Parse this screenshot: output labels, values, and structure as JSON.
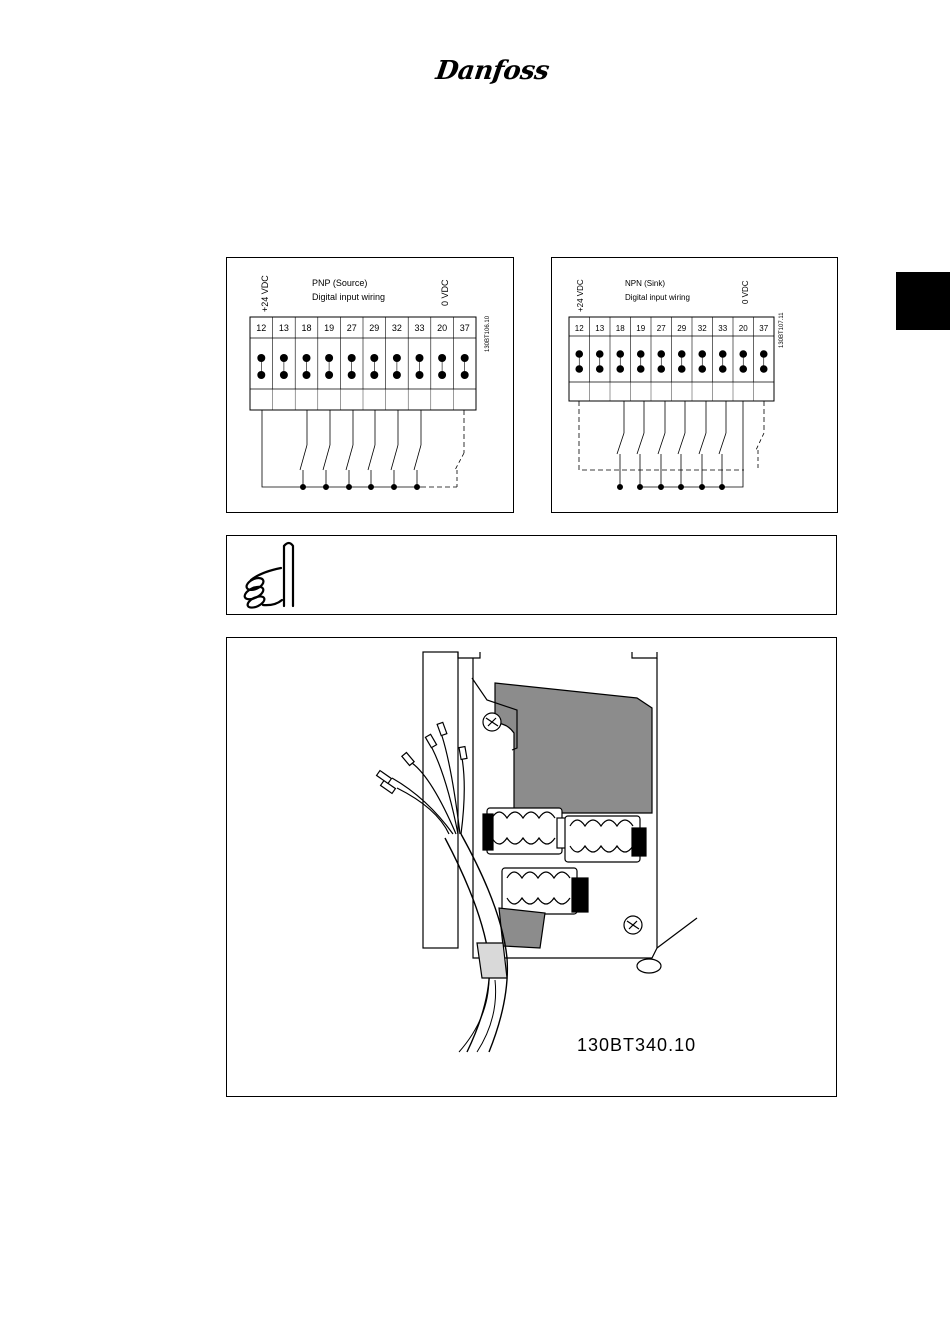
{
  "brand": {
    "logo_text": "Danfoss"
  },
  "pnp_diagram": {
    "title": "PNP (Source)",
    "subtitle": "Digital input wiring",
    "label_24v": "+24 VDC",
    "label_0v": "0 VDC",
    "drawing_code": "130BT106.10",
    "terminals": [
      "12",
      "13",
      "18",
      "19",
      "27",
      "29",
      "32",
      "33",
      "20",
      "37"
    ]
  },
  "npn_diagram": {
    "title": "NPN (Sink)",
    "subtitle": "Digital input wiring",
    "label_24v": "+24 VDC",
    "label_0v": "0 VDC",
    "drawing_code": "130BT107.11",
    "terminals": [
      "12",
      "13",
      "18",
      "19",
      "27",
      "29",
      "32",
      "33",
      "20",
      "37"
    ]
  },
  "note": {
    "icon": "note-hand-icon"
  },
  "photo": {
    "caption": "130BT340.10"
  },
  "colors": {
    "tab": "#000000",
    "panel_gray": "#8c8c8c"
  }
}
